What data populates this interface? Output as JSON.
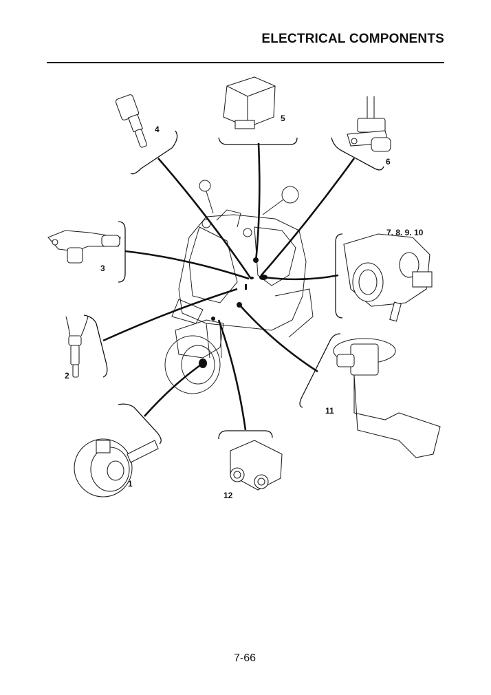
{
  "header": {
    "title": "ELECTRICAL COMPONENTS"
  },
  "callouts": [
    "1",
    "2",
    "3",
    "4",
    "5",
    "6",
    "7. 8. 9. 10",
    "11",
    "12"
  ],
  "footer": {
    "page_number": "7-66"
  }
}
